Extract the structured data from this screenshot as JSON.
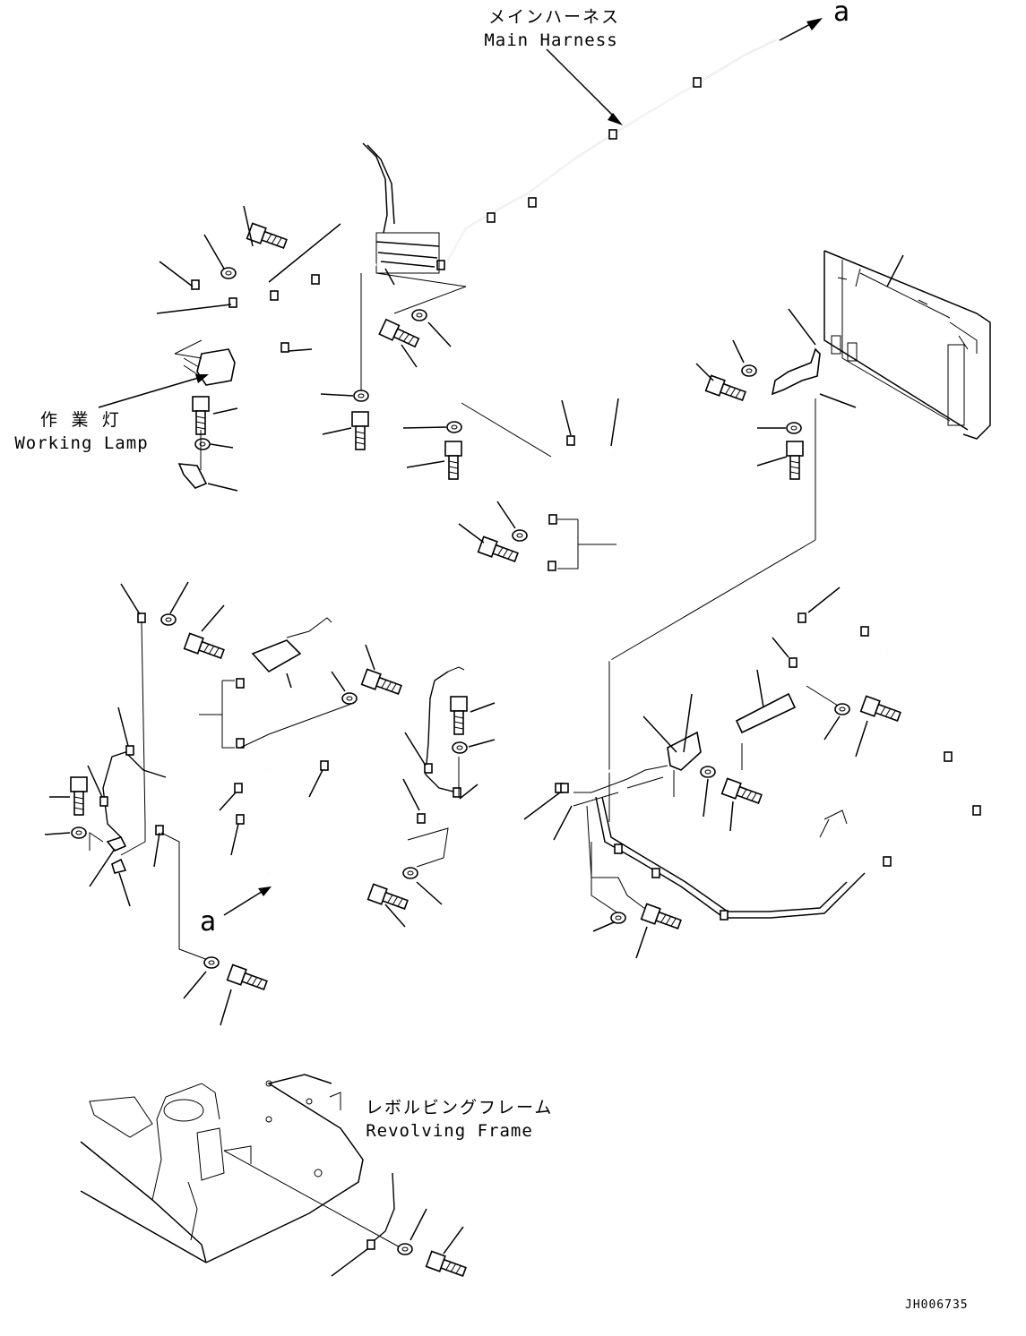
{
  "labels": {
    "main_harness_jp": "メインハーネス",
    "main_harness_en": "Main Harness",
    "working_lamp_jp": "作 業 灯",
    "working_lamp_en": "Working Lamp",
    "revolving_frame_jp": "レボルビングフレーム",
    "revolving_frame_en": "Revolving Frame"
  },
  "callouts": {
    "top": "a",
    "bottom": "a"
  },
  "document_id": "JH006735"
}
